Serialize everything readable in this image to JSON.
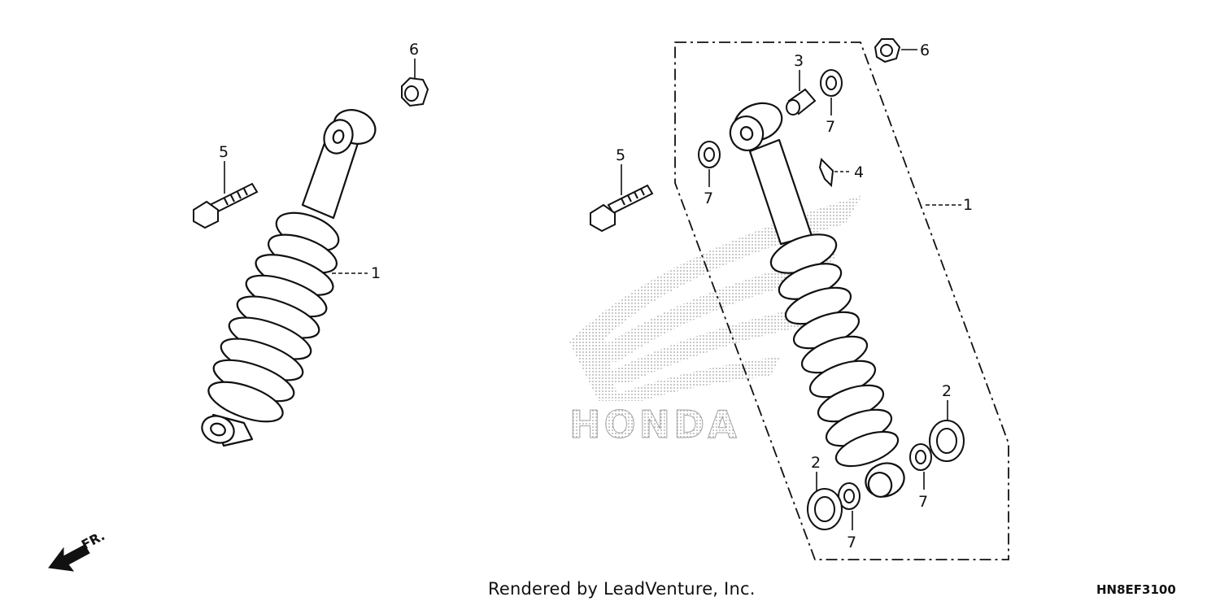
{
  "callouts": {
    "left": {
      "shock_absorber": "1",
      "bolt": "5",
      "nut": "6"
    },
    "right": {
      "shock_assembly": "1",
      "seal_lower_left": "2",
      "seal_lower_right": "2",
      "collar": "3",
      "clip": "4",
      "bolt": "5",
      "nut": "6",
      "bushing_top_right": "7",
      "bushing_top_left": "7",
      "bushing_bottom_right": "7",
      "bushing_bottom_left": "7"
    }
  },
  "front_indicator": "FR.",
  "watermark": "HONDA",
  "footer": {
    "credit": "Rendered by LeadVenture, Inc.",
    "diagram_code": "HN8EF3100"
  }
}
